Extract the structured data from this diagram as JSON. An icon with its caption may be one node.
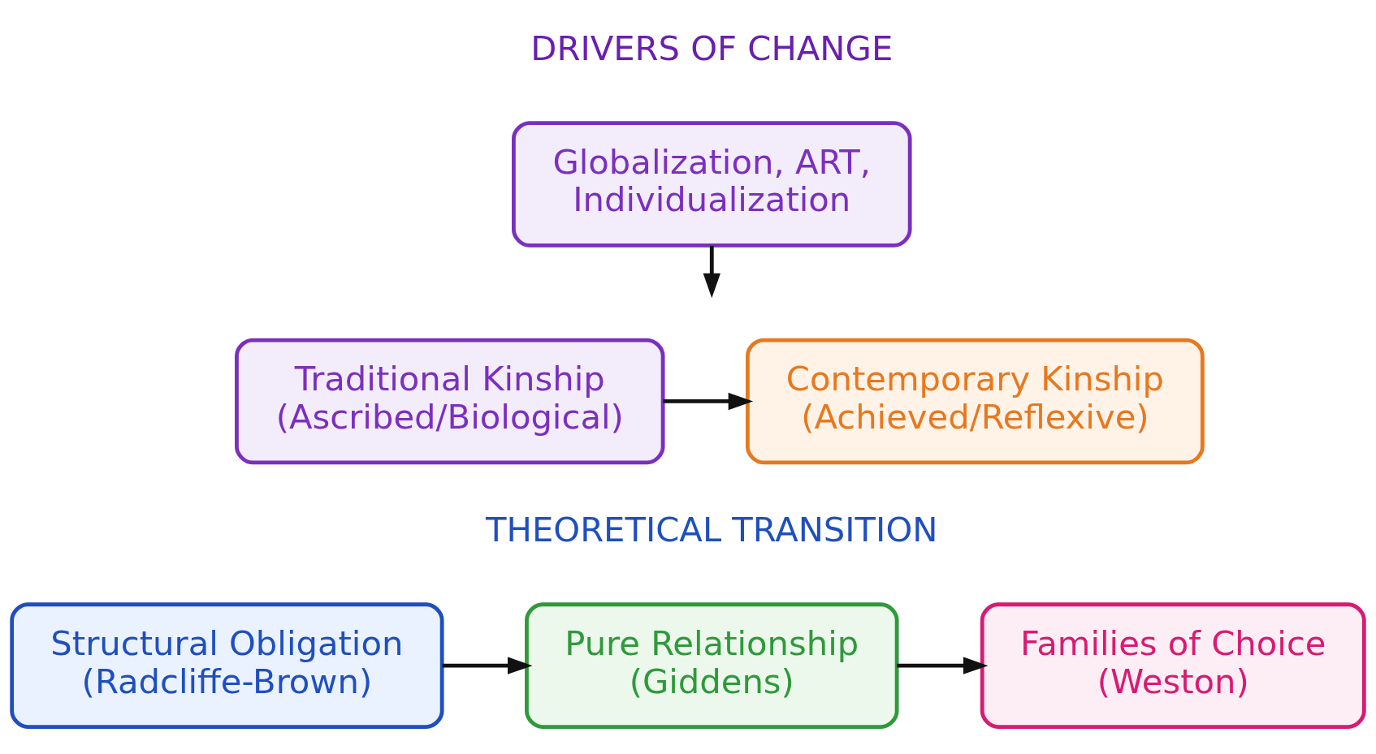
{
  "diagram": {
    "nodes": [
      {
        "text": [
          "Globalization, ART, Individualization"
        ]
      },
      {
        "text": [
          "Traditional Kinship (Ascribed/Biological)"
        ]
      },
      {
        "text": [
          "Contemporary Kinship (Achieved/Reflexive)"
        ]
      },
      {
        "text": [
          "Structural Obligation (Radcliffe-Brown)"
        ]
      },
      {
        "text": [
          "Pure Relationship (Giddens)"
        ]
      },
      {
        "text": [
          "Families of Choice (Weston)"
        ]
      }
    ],
    "edges": [
      {
        "from": 0,
        "to": null,
        "arrow": "to"
      },
      {
        "from": 1,
        "to": 2,
        "arrow": "to"
      },
      {
        "from": 3,
        "to": 4,
        "arrow": "to"
      },
      {
        "from": 4,
        "to": 5,
        "arrow": "to"
      }
    ],
    "labels": [
      "DRIVERS OF CHANGE",
      "THEORETICAL TRANSITION"
    ]
  }
}
